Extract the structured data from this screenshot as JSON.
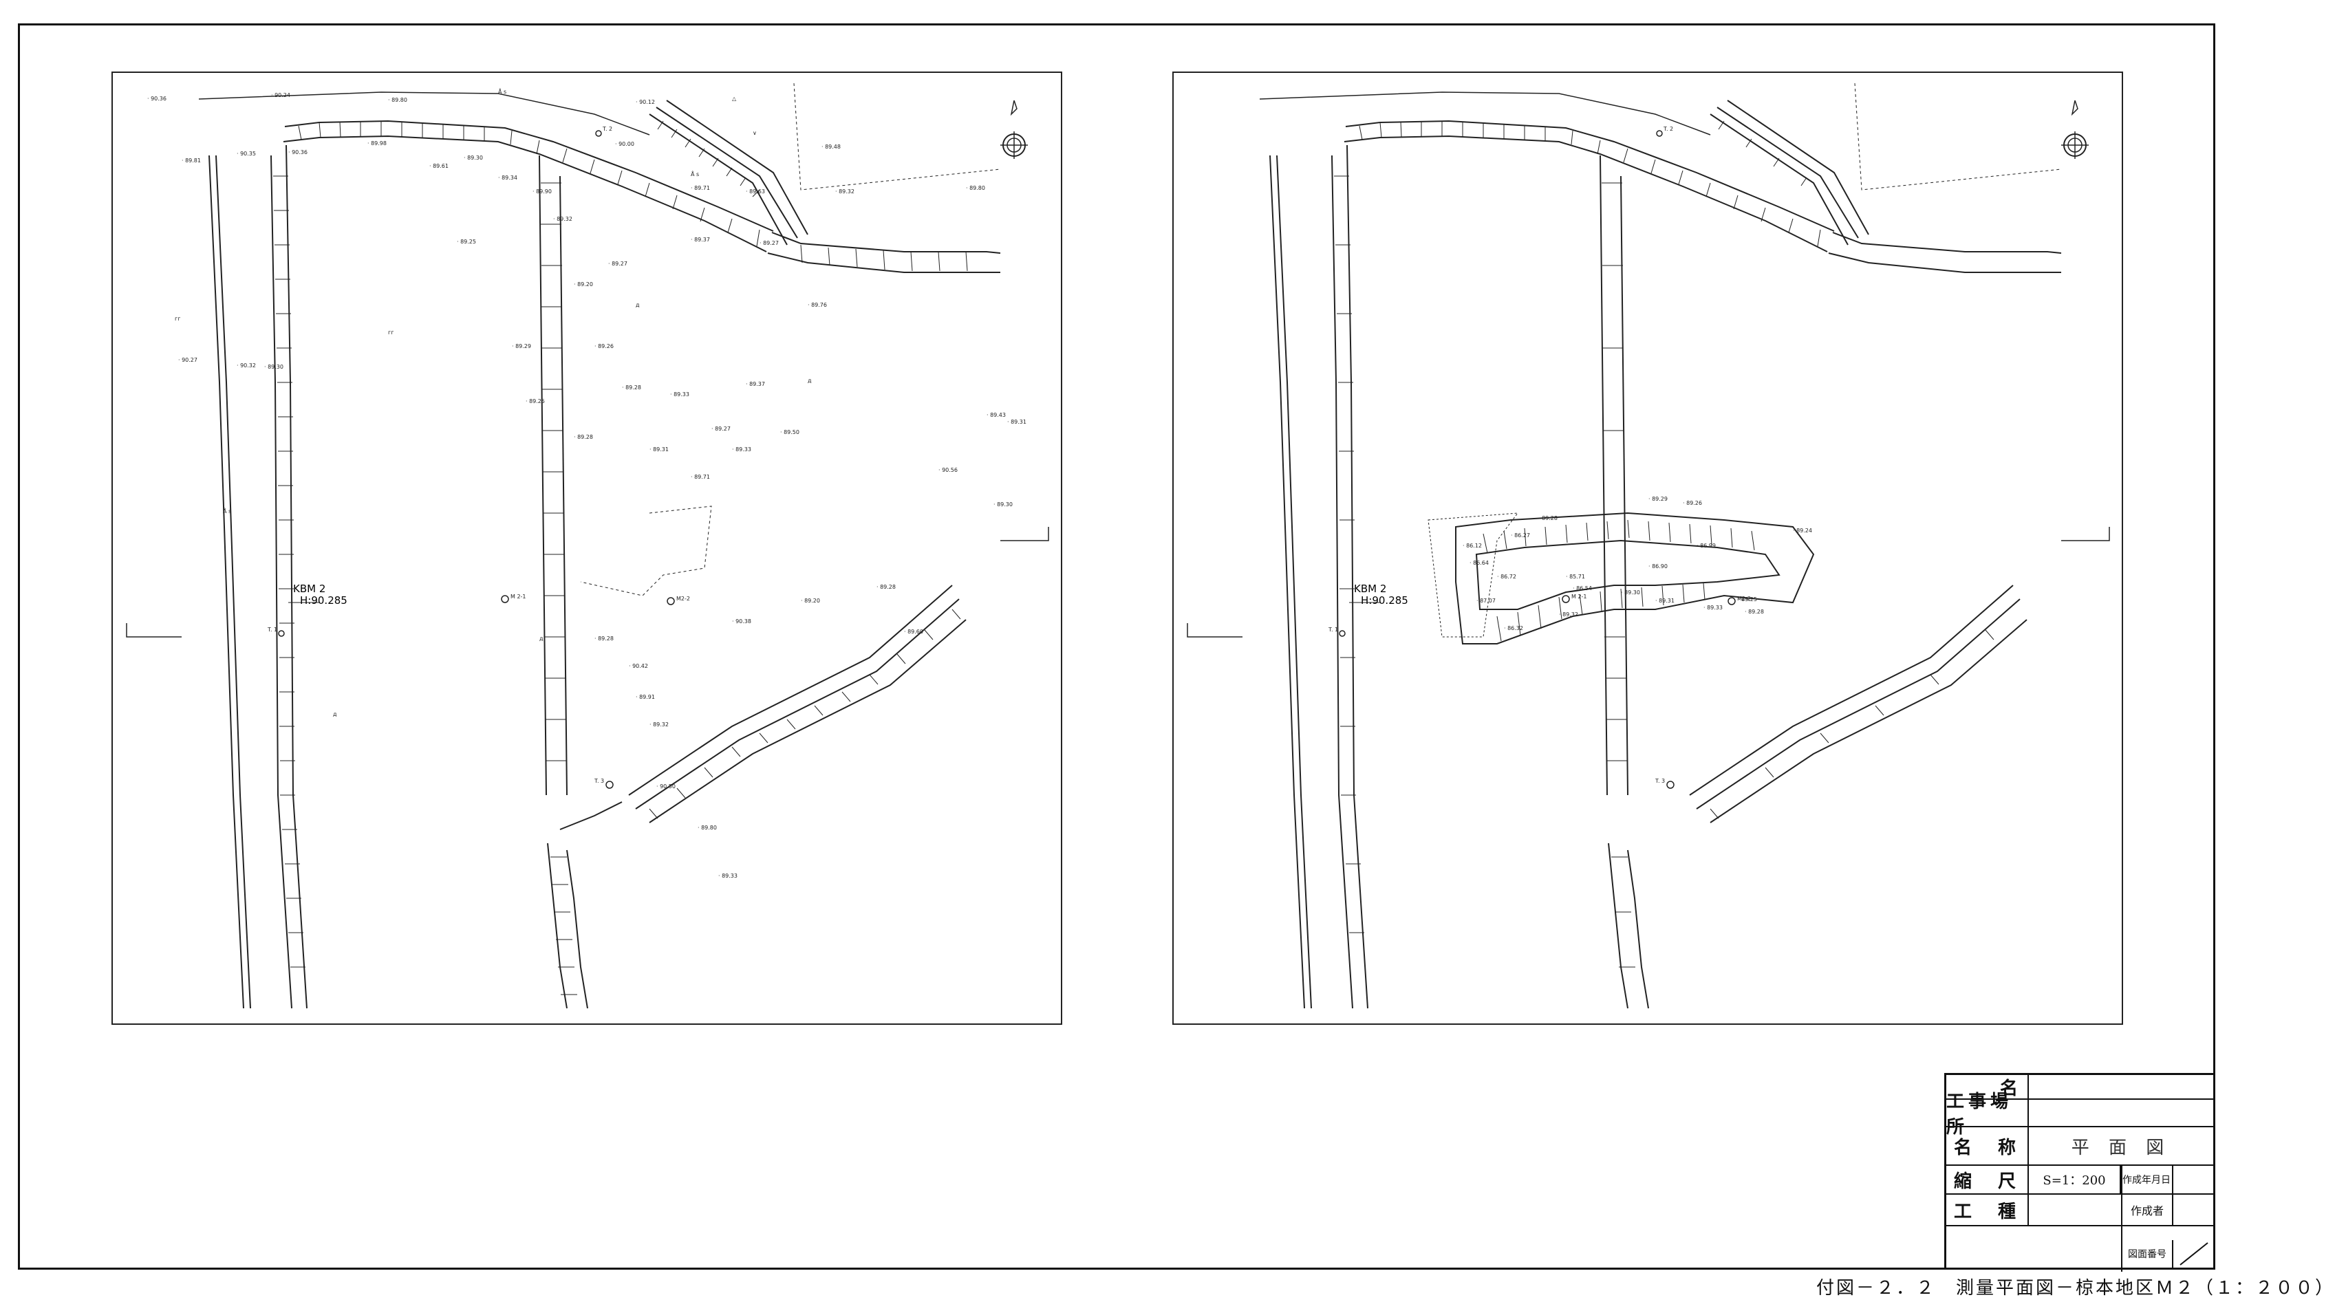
{
  "panel_left": {
    "kbm": {
      "name": "KBM 2",
      "height": "H:90.285"
    },
    "traverse_points": [
      "T. 2",
      "T. 1",
      "T. 3"
    ],
    "markers": [
      "M 2-1",
      "M2-2"
    ],
    "elevations": [
      "90.36",
      "90.24",
      "89.80",
      "90.00",
      "90.12",
      "89.48",
      "89.81",
      "90.35",
      "90.36",
      "89.98",
      "89.30",
      "89.61",
      "89.34",
      "89.90",
      "89.71",
      "89.63",
      "89.32",
      "89.80",
      "89.32",
      "89.37",
      "89.27",
      "89.25",
      "89.20",
      "89.27",
      "89.76",
      "90.27",
      "90.32",
      "89.30",
      "89.29",
      "89.26",
      "89.28",
      "89.33",
      "89.37",
      "89.25",
      "89.27",
      "89.28",
      "89.31",
      "89.71",
      "89.33",
      "89.50",
      "89.43",
      "89.31",
      "90.56",
      "89.30",
      "89.28",
      "89.20",
      "89.60",
      "90.38",
      "89.28",
      "90.42",
      "89.91",
      "89.32",
      "90.50",
      "89.80",
      "89.33"
    ],
    "symbols": [
      "Å s",
      "Å s",
      "Å s",
      "△",
      "∨",
      "гг",
      "гг",
      "д",
      "д",
      "д",
      "д"
    ]
  },
  "panel_right": {
    "kbm": {
      "name": "KBM 2",
      "height": "H:90.285"
    },
    "traverse_points": [
      "T. 2",
      "T. 1",
      "T. 3"
    ],
    "markers": [
      "M 2-1",
      "M2-2"
    ],
    "excavation_elevations": [
      "89.28",
      "89.29",
      "89.26",
      "89.24",
      "86.12",
      "86.27",
      "86.64",
      "86.72",
      "85.71",
      "86.90",
      "86.99",
      "86.54",
      "89.30",
      "89.31",
      "87.07",
      "86.32",
      "89.32",
      "89.33",
      "89.25",
      "89.28"
    ]
  },
  "title_block": {
    "header": "名",
    "site_label": "工事場所",
    "name_label": "名　称",
    "name_value": "平 面 図",
    "scale_label": "縮　尺",
    "scale_value": "S=1：200",
    "date_label": "作成年月日",
    "type_label": "工　種",
    "author_label": "作成者",
    "drawing_no_label": "図面番号"
  },
  "caption": "付図－２．２　測量平面図－椋本地区Ｍ２（１：２００）"
}
